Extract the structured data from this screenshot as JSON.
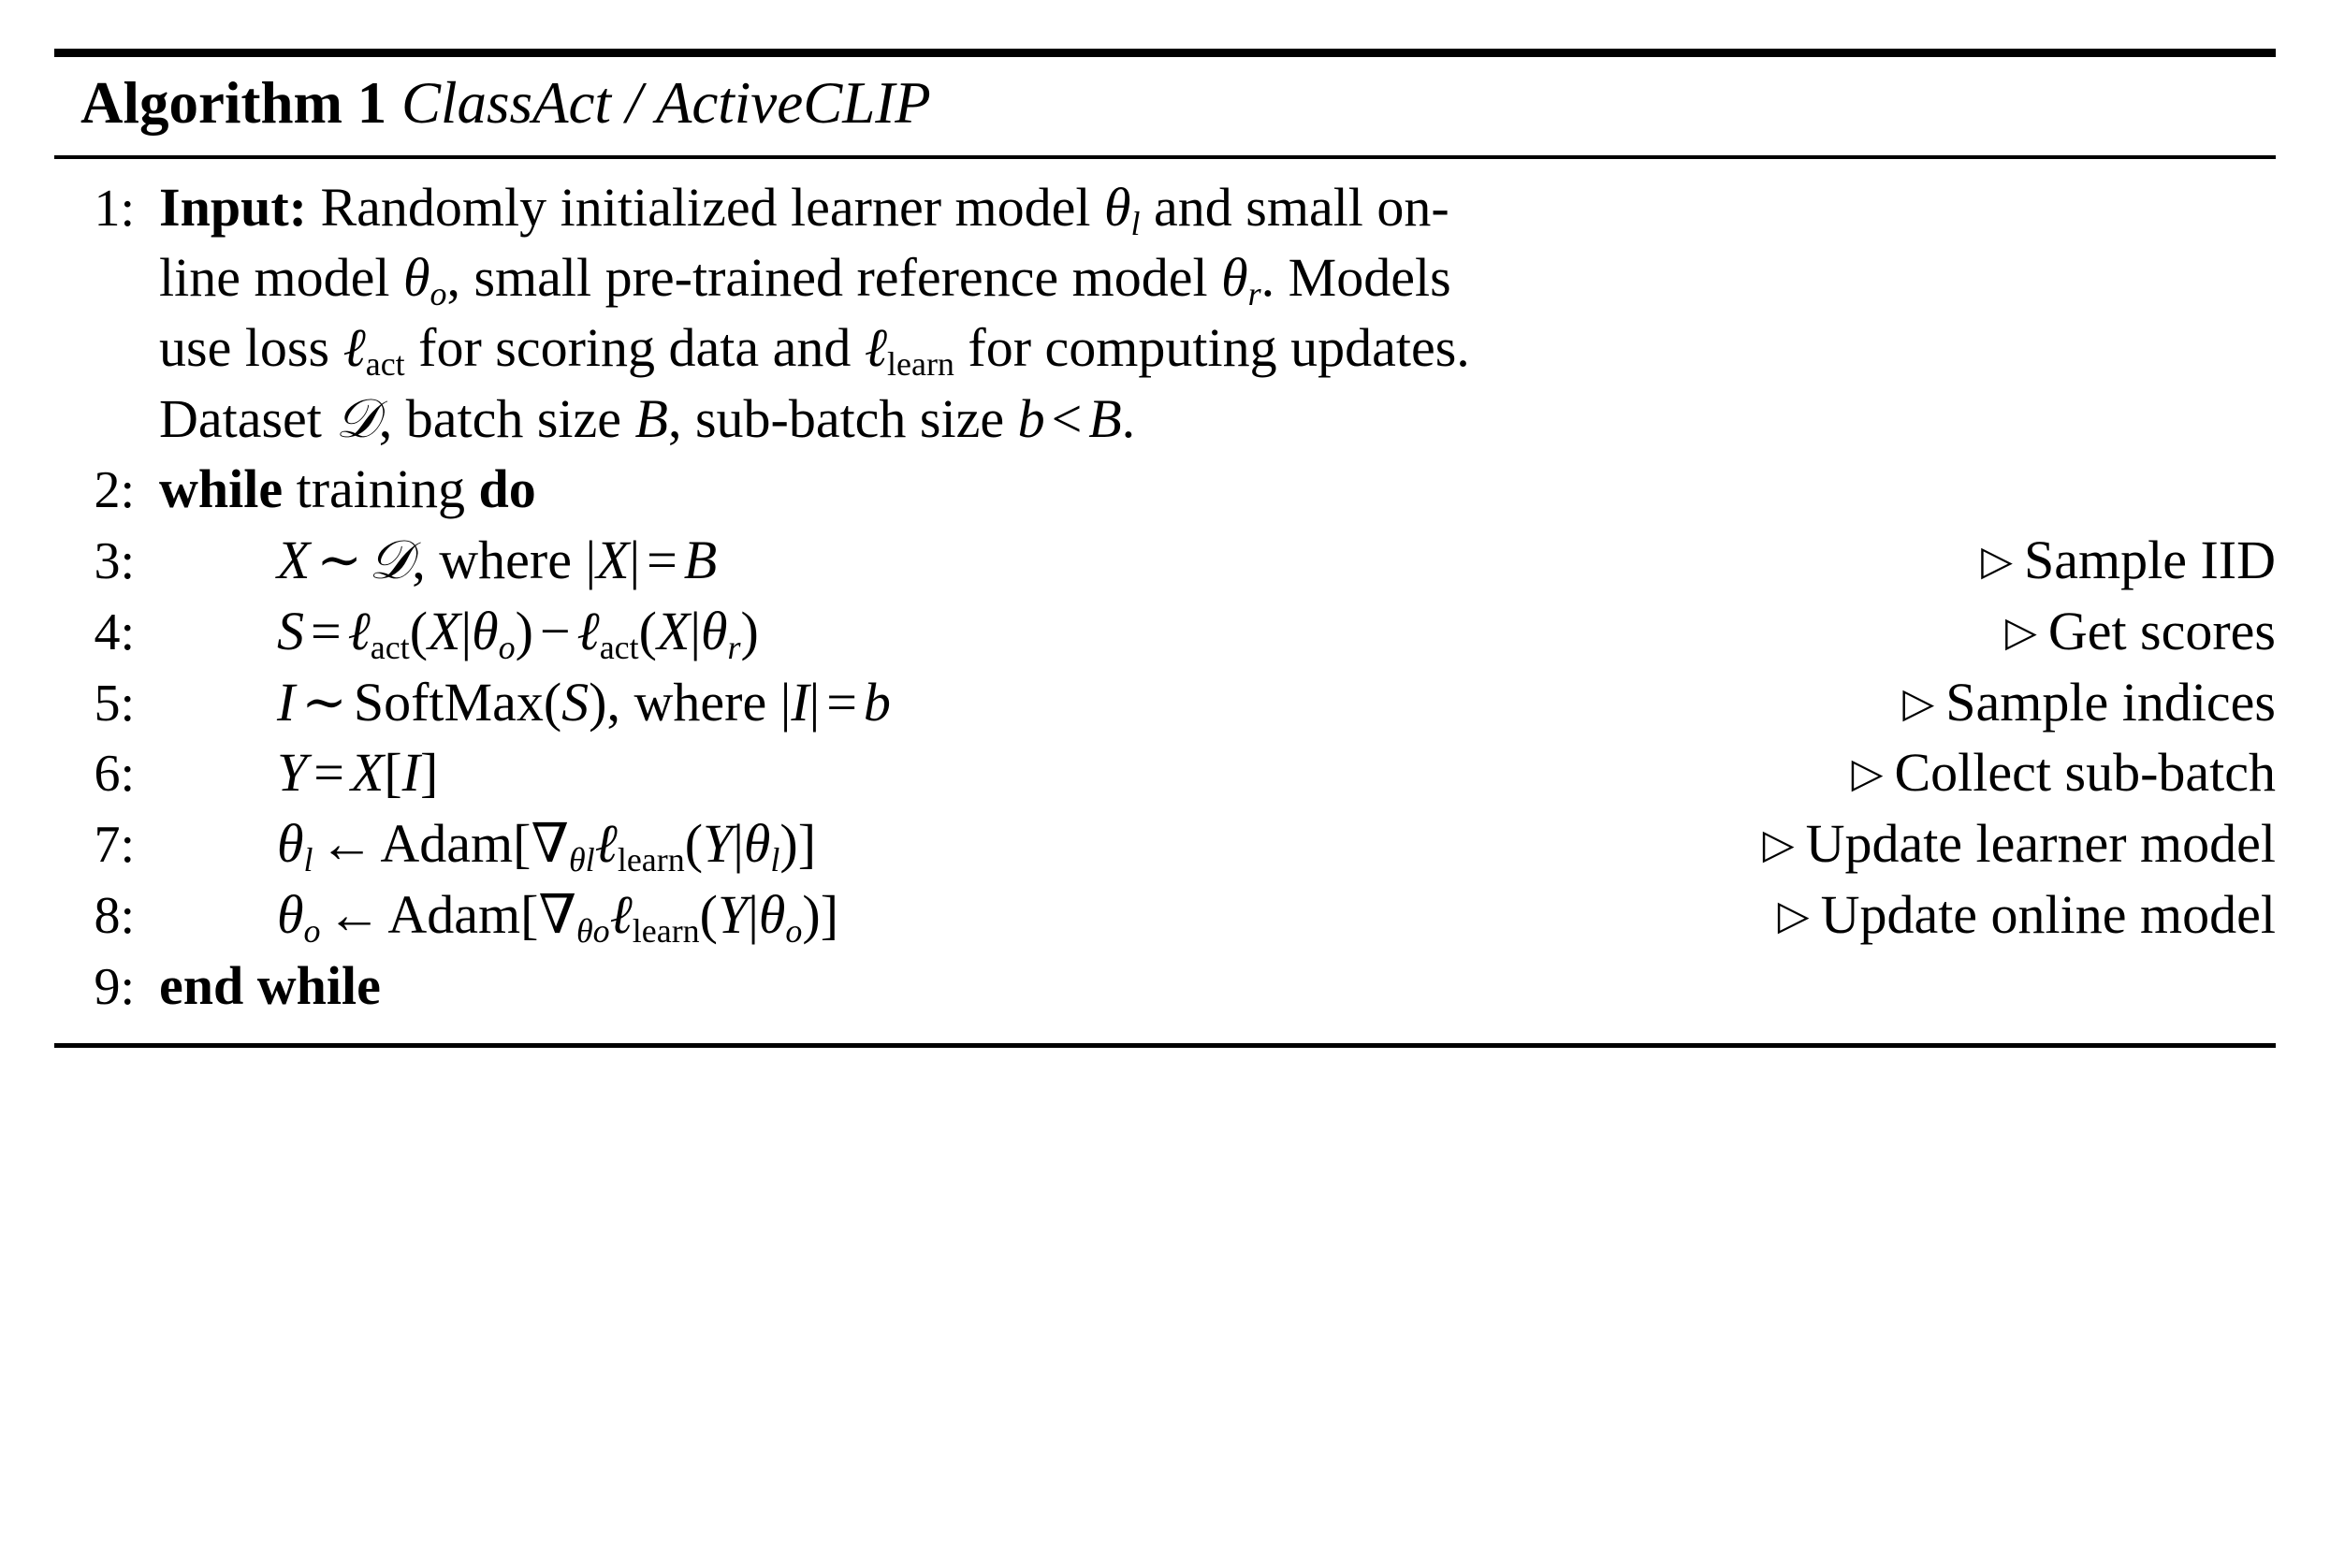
{
  "algorithm": {
    "title_label": "Algorithm 1",
    "title_name": "ClassAct / ActiveCLIP",
    "lines": [
      {
        "number": "1:",
        "keyword": "Input:",
        "text_segments": [
          "Randomly initialized learner model ",
          "θl",
          " and small on-line model ",
          "θo",
          ", small pre-trained reference model ",
          "θr",
          ". Models use loss ",
          "ℓact",
          " for scoring data and ",
          "ℓlearn",
          " for computing updates. Dataset ",
          "𝒟",
          ", batch size ",
          "B",
          ", sub-batch size ",
          "b < B",
          "."
        ],
        "comment": ""
      },
      {
        "number": "2:",
        "statement": "while training do",
        "comment": ""
      },
      {
        "number": "3:",
        "statement": "X ~ 𝒟, where |X| = B",
        "comment": "Sample IID"
      },
      {
        "number": "4:",
        "statement": "S = ℓact(X|θo) − ℓact(X|θr)",
        "comment": "Get scores"
      },
      {
        "number": "5:",
        "statement": "I ~ SoftMax(S), where |I| = b",
        "comment": "Sample indices"
      },
      {
        "number": "6:",
        "statement": "Y = X[I]",
        "comment": "Collect sub-batch"
      },
      {
        "number": "7:",
        "statement": "θl ← Adam[∇θl ℓlearn(Y|θl)]",
        "comment": "Update learner model"
      },
      {
        "number": "8:",
        "statement": "θo ← Adam[∇θo ℓlearn(Y|θo)]",
        "comment": "Update online model"
      },
      {
        "number": "9:",
        "statement": "end while",
        "comment": ""
      }
    ],
    "words": {
      "while": "while",
      "training": "training",
      "do": "do",
      "end": "end",
      "where": "where",
      "softmax": "SoftMax",
      "adam": "Adam",
      "input": "Input:",
      "randomly_initialized_learner_model": "Randomly initialized learner model",
      "and_small_online_model": "and small on-",
      "line_model": "line model",
      "small_pretrained_reference_model": ", small pre-trained reference model",
      "models": ". Models",
      "use_loss": "use loss",
      "for_scoring_data_and": "for scoring data and",
      "for_computing_updates": "for computing updates.",
      "dataset": "Dataset",
      "batch_size": ", batch size",
      "sub_batch_size": ", sub-batch size",
      "period": "."
    },
    "symbols": {
      "theta": "θ",
      "ell": "ℓ",
      "cal_d": "𝒟",
      "sim": "∼",
      "eq": "=",
      "minus": "−",
      "lt": "<",
      "arrow_left": "←",
      "nabla": "∇",
      "triangle": "▷",
      "bar": "|",
      "lparen": "(",
      "rparen": ")",
      "lbracket": "[",
      "rbracket": "]",
      "sub_l": "l",
      "sub_o": "o",
      "sub_r": "r",
      "sub_act": "act",
      "sub_learn": "learn",
      "var_X": "X",
      "var_Y": "Y",
      "var_S": "S",
      "var_I": "I",
      "var_B": "B",
      "var_b": "b"
    },
    "comments": {
      "sample_iid": "Sample IID",
      "get_scores": "Get scores",
      "sample_indices": "Sample indices",
      "collect_sub_batch": "Collect sub-batch",
      "update_learner_model": "Update learner model",
      "update_online_model": "Update online model"
    },
    "line_numbers": [
      "1:",
      "2:",
      "3:",
      "4:",
      "5:",
      "6:",
      "7:",
      "8:",
      "9:"
    ],
    "colors": {
      "text": "#000000",
      "background": "#ffffff",
      "rule": "#000000"
    }
  }
}
